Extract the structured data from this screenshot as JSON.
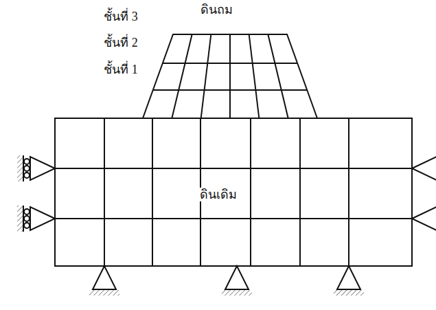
{
  "diagram": {
    "labels": [
      "ดินถม",
      "ชั้นที่ 3",
      "ชั้นที่ 2",
      "ชั้นที่ 1",
      "ดินเดิม"
    ]
  }
}
